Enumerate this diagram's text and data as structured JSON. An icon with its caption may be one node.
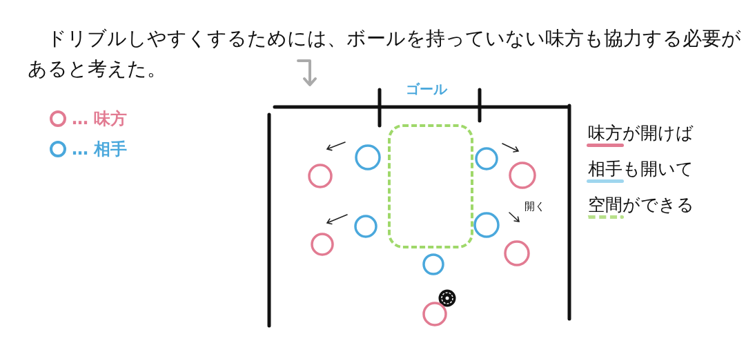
{
  "diagram": {
    "title": "ドリブルしやすくするためには、ボールを持っていない味方も協力する必要があると考えた。",
    "nodes": [
      {
        "text": [],
        "shape": "box"
      },
      {
        "text": [],
        "shape": "circle"
      },
      {
        "text": [],
        "shape": "circle"
      },
      {
        "text": [],
        "shape": "circle"
      },
      {
        "text": [],
        "shape": "circle"
      },
      {
        "text": [],
        "shape": "circle"
      },
      {
        "text": [],
        "shape": "circle"
      },
      {
        "text": [],
        "shape": "circle"
      },
      {
        "text": [],
        "shape": "circle"
      },
      {
        "text": [],
        "shape": "circle"
      },
      {
        "text": [],
        "shape": "circle"
      },
      {
        "text": [],
        "shape": "circle"
      }
    ],
    "labels": [
      "ゴール",
      "開く",
      "味方が開けば",
      "相手も開いて",
      "空間ができる"
    ],
    "legend": [
      {
        "text": "… 味方",
        "color": "#e27b92"
      },
      {
        "text": "… 相手",
        "color": "#4aa8dc"
      }
    ]
  }
}
